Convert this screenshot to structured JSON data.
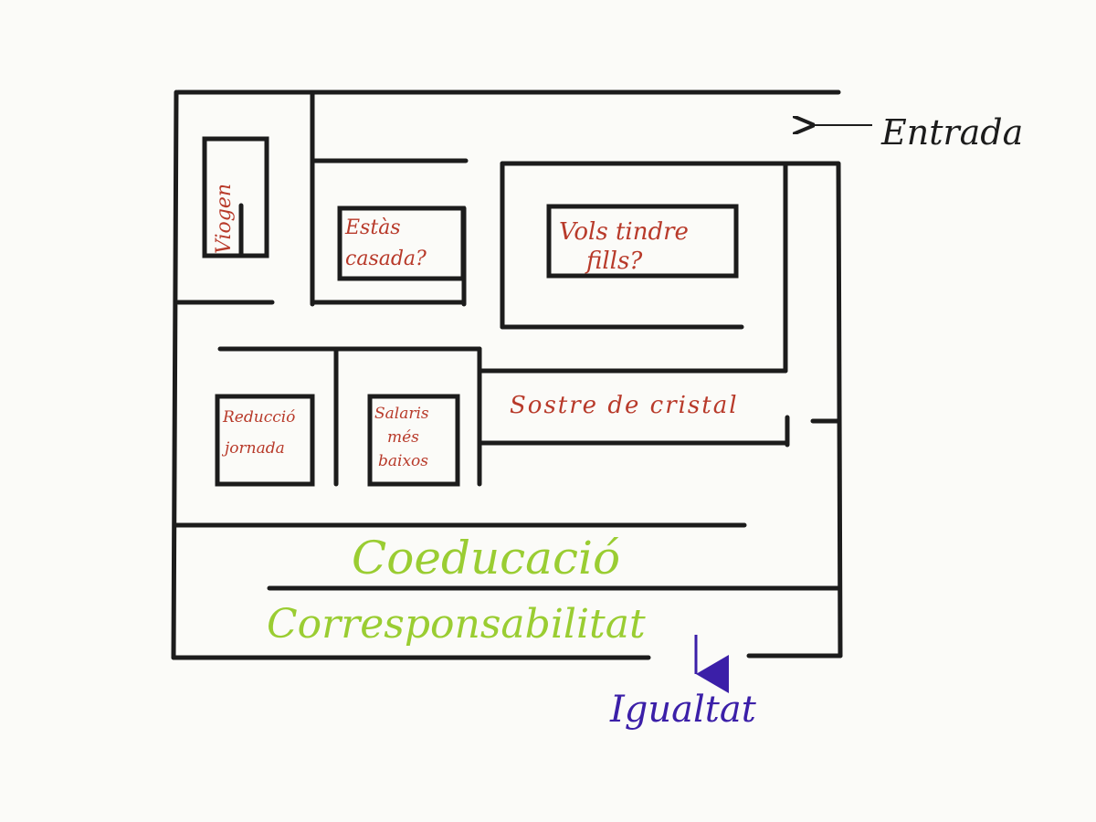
{
  "labels": {
    "entrada": "Entrada",
    "viogen": "Viogen",
    "estas_casada_line1": "Estàs",
    "estas_casada_line2": "casada?",
    "vols_tindre_line1": "Vols tindre",
    "vols_tindre_line2": "fills?",
    "reduccio_line1": "Reducció",
    "reduccio_line2": "jornada",
    "salaris_line1": "Salaris",
    "salaris_line2": "més",
    "salaris_line3": "baixos",
    "sostre": "Sostre de cristal",
    "coeducacio": "Coeducació",
    "corresponsabilitat": "Corresponsabilitat",
    "igualtat": "Igualtat"
  },
  "colors": {
    "wall": "#1c1c1c",
    "obstacle_text": "#b83a2a",
    "solution_text": "#9acd32",
    "goal_text": "#3b1fa8",
    "entrance_text": "#1c1c1c",
    "background": "#fbfbf8"
  }
}
